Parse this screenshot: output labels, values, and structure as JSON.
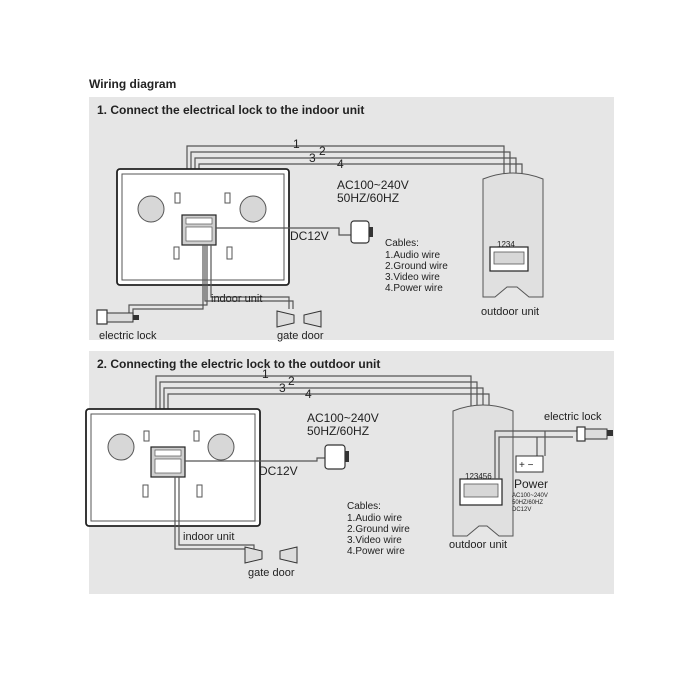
{
  "title": "Wiring diagram",
  "step1": {
    "title": "1. Connect the electrical lock to the indoor unit",
    "wire_numbers": [
      "1",
      "2",
      "3",
      "4"
    ],
    "mains": "AC100~240V",
    "freq": "50HZ/60HZ",
    "dc": "DC12V",
    "terminal_labels": "1234",
    "cables": {
      "title": "Cables:",
      "items": [
        "1.Audio wire",
        "2.Ground wire",
        "3.Video wire",
        "4.Power wire"
      ]
    },
    "indoor_label": "indoor unit",
    "outdoor_label": "outdoor unit",
    "electric_lock_label": "electric lock",
    "gate_door_label": "gate door"
  },
  "step2": {
    "title": "2. Connecting the electric lock to the outdoor unit",
    "wire_numbers": [
      "1",
      "2",
      "3",
      "4"
    ],
    "mains": "AC100~240V",
    "freq": "50HZ/60HZ",
    "dc": "DC12V",
    "terminal_labels": "123456",
    "cables": {
      "title": "Cables:",
      "items": [
        "1.Audio wire",
        "2.Ground wire",
        "3.Video wire",
        "4.Power wire"
      ]
    },
    "indoor_label": "indoor unit",
    "outdoor_label": "outdoor unit",
    "electric_lock_label": "electric lock",
    "gate_door_label": "gate door",
    "power_label": "Power",
    "power_polarity": "+ −",
    "power_specs": [
      "AC100~240V",
      "50HZ/60HZ",
      "DC12V"
    ]
  }
}
